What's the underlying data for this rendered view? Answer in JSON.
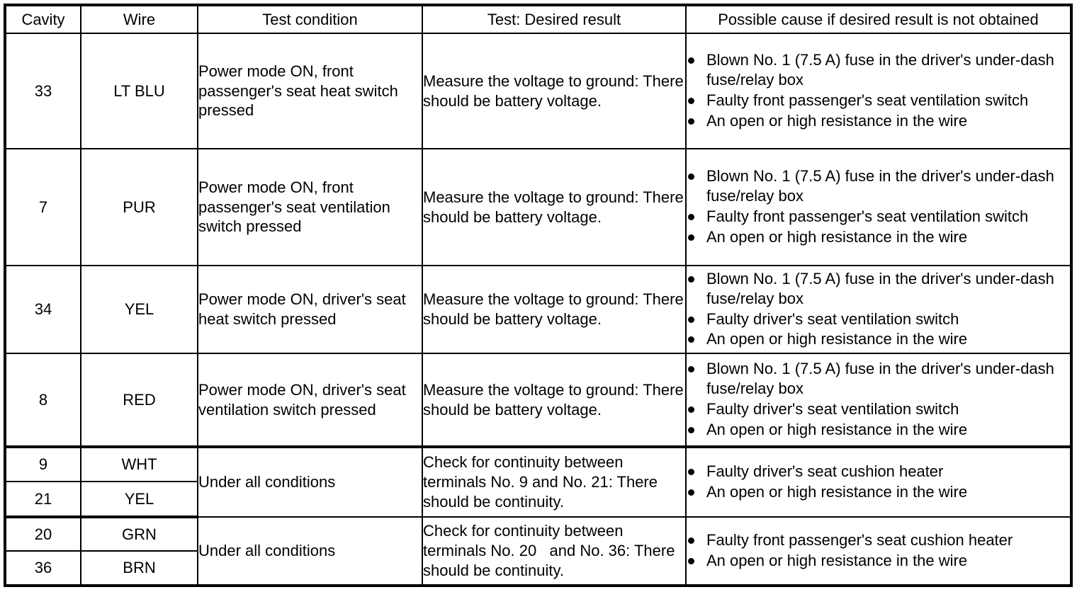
{
  "table": {
    "headers": [
      "Cavity",
      "Wire",
      "Test condition",
      "Test: Desired result",
      "Possible cause if desired result is not obtained"
    ],
    "rows": [
      {
        "cavity": "33",
        "wire": "LT BLU",
        "condition": "Power mode ON, front passenger's seat heat switch pressed",
        "test": "Measure the voltage to ground: There should be battery voltage.",
        "causes": [
          "Blown No. 1 (7.5 A) fuse in the driver's under-dash fuse/relay box",
          "Faulty front passenger's seat ventilation switch",
          "An open or high resistance in the wire"
        ]
      },
      {
        "cavity": "7",
        "wire": "PUR",
        "condition": "Power mode ON, front passenger's seat ventilation switch pressed",
        "test": "Measure the voltage to ground: There should be battery voltage.",
        "causes": [
          "Blown No. 1 (7.5 A) fuse in the driver's under-dash fuse/relay box",
          "Faulty front passenger's seat ventilation switch",
          "An open or high resistance in the wire"
        ]
      },
      {
        "cavity": "34",
        "wire": "YEL",
        "condition": "Power mode ON, driver's seat heat switch pressed",
        "test": "Measure the voltage to ground: There should be battery voltage.",
        "causes": [
          "Blown No. 1 (7.5 A) fuse in the driver's under-dash fuse/relay box",
          "Faulty driver's seat ventilation switch",
          "An open or high resistance in the wire"
        ]
      },
      {
        "cavity": "8",
        "wire": "RED",
        "condition": "Power mode ON, driver's seat ventilation switch pressed",
        "test": "Measure the voltage to ground: There should be battery voltage.",
        "causes": [
          "Blown No. 1 (7.5 A) fuse in the driver's under-dash fuse/relay box",
          "Faulty driver's seat ventilation switch",
          "An open or high resistance in the wire"
        ]
      }
    ],
    "continuity_groups": [
      {
        "pins": [
          {
            "cavity": "9",
            "wire": "WHT"
          },
          {
            "cavity": "21",
            "wire": "YEL"
          }
        ],
        "condition": "Under all conditions",
        "test": "Check for continuity between terminals No. 9 and No. 21: There should be continuity.",
        "causes": [
          "Faulty driver's seat cushion heater",
          "An open or high resistance in the wire"
        ]
      },
      {
        "pins": [
          {
            "cavity": "20",
            "wire": "GRN"
          },
          {
            "cavity": "36",
            "wire": "BRN"
          }
        ],
        "condition": "Under all conditions",
        "test": "Check for continuity between terminals No. 20   and No. 36: There should be continuity.",
        "causes": [
          "Faulty front passenger's seat cushion heater",
          "An open or high resistance in the wire"
        ]
      }
    ]
  },
  "colors": {
    "border": "#000000",
    "text": "#000000",
    "background": "#ffffff"
  }
}
